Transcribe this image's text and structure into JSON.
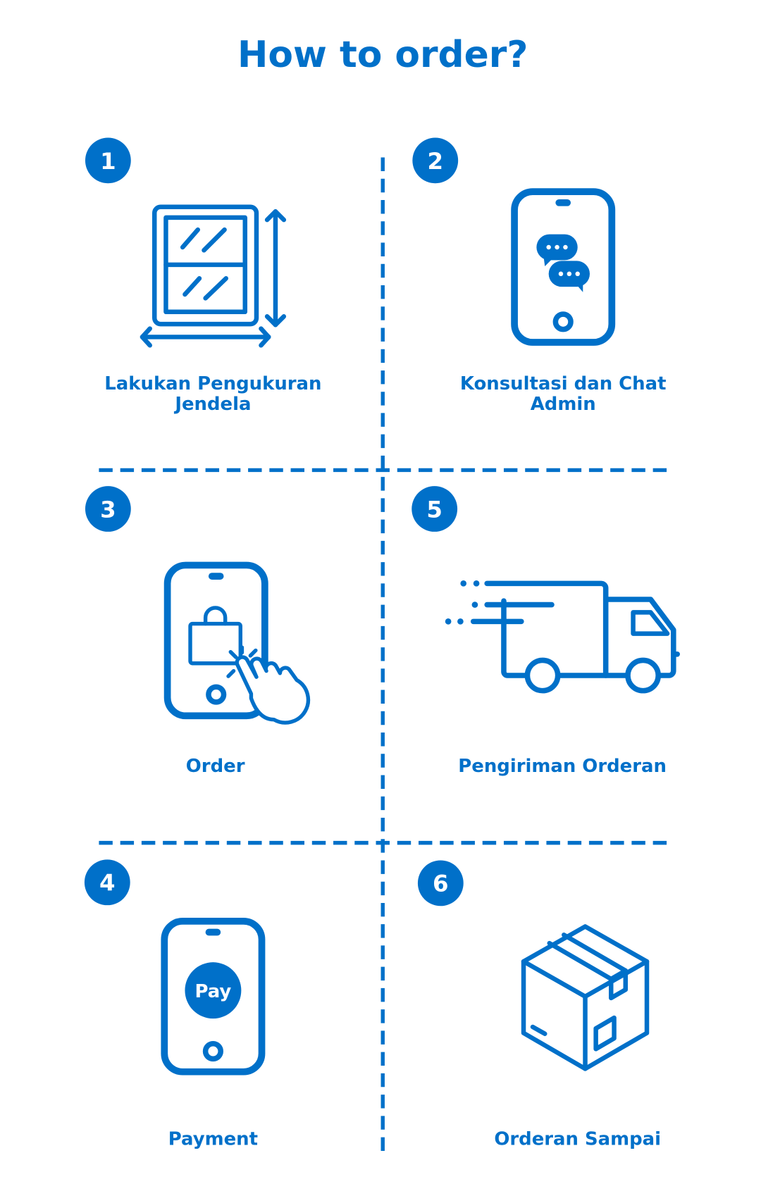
{
  "title": "How to order?",
  "accent": "#0070c9",
  "steps": [
    {
      "number": "1",
      "label_lines": [
        "Lakukan Pengukuran",
        "Jendela"
      ],
      "icon": "window-measure-icon"
    },
    {
      "number": "2",
      "label_lines": [
        "Konsultasi dan Chat",
        "Admin"
      ],
      "icon": "phone-chat-icon"
    },
    {
      "number": "3",
      "label_lines": [
        "Order"
      ],
      "icon": "phone-shopping-bag-icon"
    },
    {
      "number": "5",
      "label_lines": [
        "Pengiriman Orderan"
      ],
      "icon": "delivery-truck-icon"
    },
    {
      "number": "4",
      "label_lines": [
        "Payment"
      ],
      "icon": "phone-pay-icon",
      "icon_text": "Pay"
    },
    {
      "number": "6",
      "label_lines": [
        "Orderan Sampai"
      ],
      "icon": "package-box-icon"
    }
  ]
}
